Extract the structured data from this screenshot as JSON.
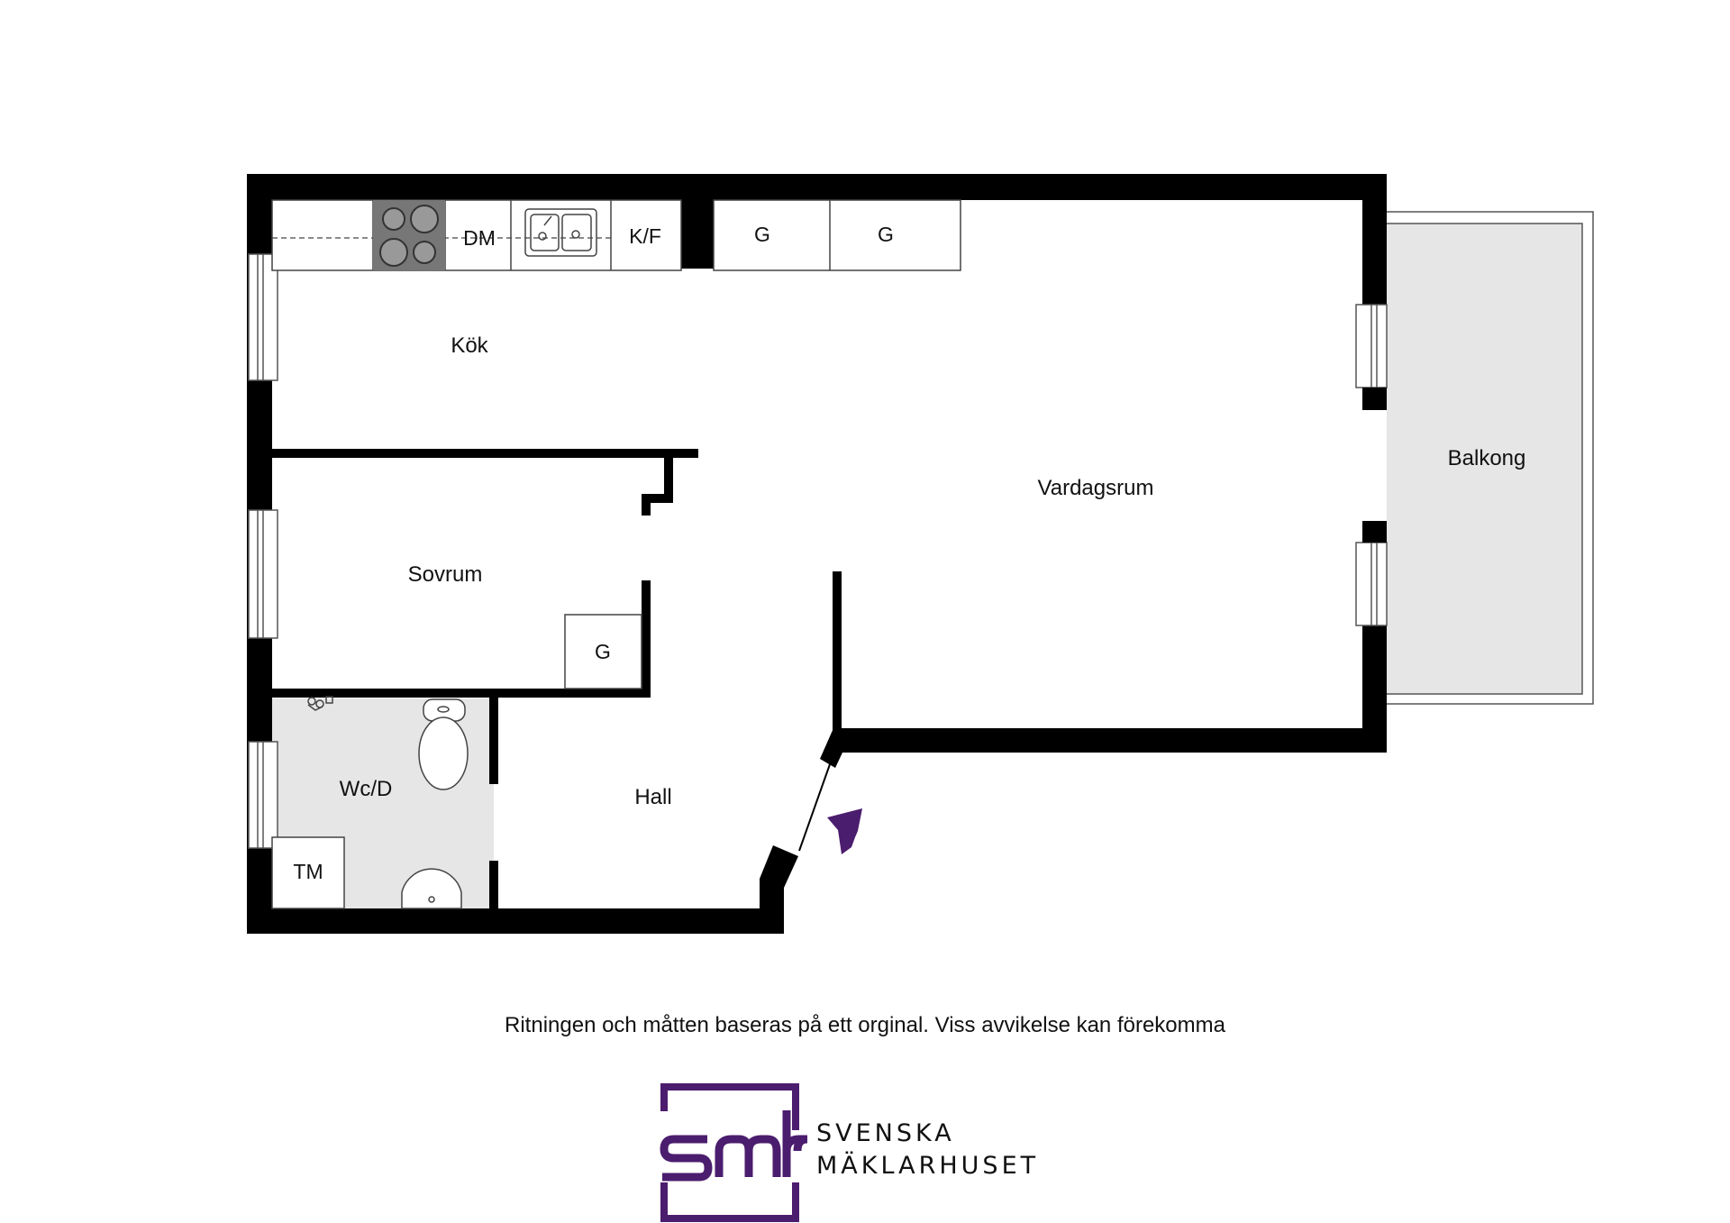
{
  "rooms": {
    "kitchen": "Kök",
    "living": "Vardagsrum",
    "bedroom": "Sovrum",
    "bathroom": "Wc/D",
    "hall": "Hall",
    "balcony": "Balkong"
  },
  "fixtures": {
    "dishwasher": "DM",
    "fridge_freezer": "K/F",
    "wardrobe": "G",
    "washing_machine": "TM"
  },
  "disclaimer": "Ritningen och måtten baseras på ett orginal. Viss avvikelse kan förekomma",
  "logo": {
    "mark": "smh",
    "line1": "SVENSKA",
    "line2": "MÄKLARHUSET"
  },
  "colors": {
    "wall": "#000000",
    "wet_room_floor": "#e6e6e6",
    "balcony_floor": "#e6e6e6",
    "brand_purple": "#4b1d6e"
  },
  "icons": [
    "entrance-arrow-icon",
    "stove-icon",
    "sink-icon",
    "toilet-icon",
    "washbasin-icon",
    "shower-icon"
  ]
}
